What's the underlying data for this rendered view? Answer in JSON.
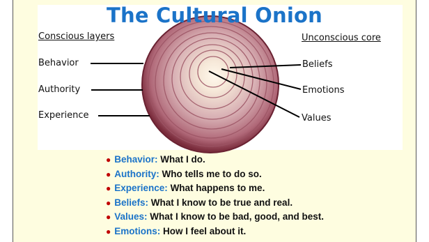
{
  "title": "The Cultural Onion",
  "headers": {
    "left": "Conscious layers",
    "right": "Unconscious core"
  },
  "left_labels": [
    "Behavior",
    "Authority",
    "Experience"
  ],
  "right_labels": [
    "Beliefs",
    "Emotions",
    "Values"
  ],
  "bullets": [
    {
      "term": "Behavior:",
      "text": "What I do."
    },
    {
      "term": "Authority:",
      "text": "Who tells me to do so."
    },
    {
      "term": "Experience:",
      "text": "What happens to me."
    },
    {
      "term": "Beliefs:",
      "text": "What I know to be true and real."
    },
    {
      "term": "Values:",
      "text": "What I know to be bad, good, and best."
    },
    {
      "term": "Emotions:",
      "text": "How I feel about it."
    }
  ],
  "colors": {
    "title": "#1b73c8",
    "bullet_term": "#1b73c8",
    "bullet_dot": "#c00000",
    "slide_background": "#fefde0",
    "onion_outer": "#8a3848",
    "onion_center": "#fff8ec"
  }
}
